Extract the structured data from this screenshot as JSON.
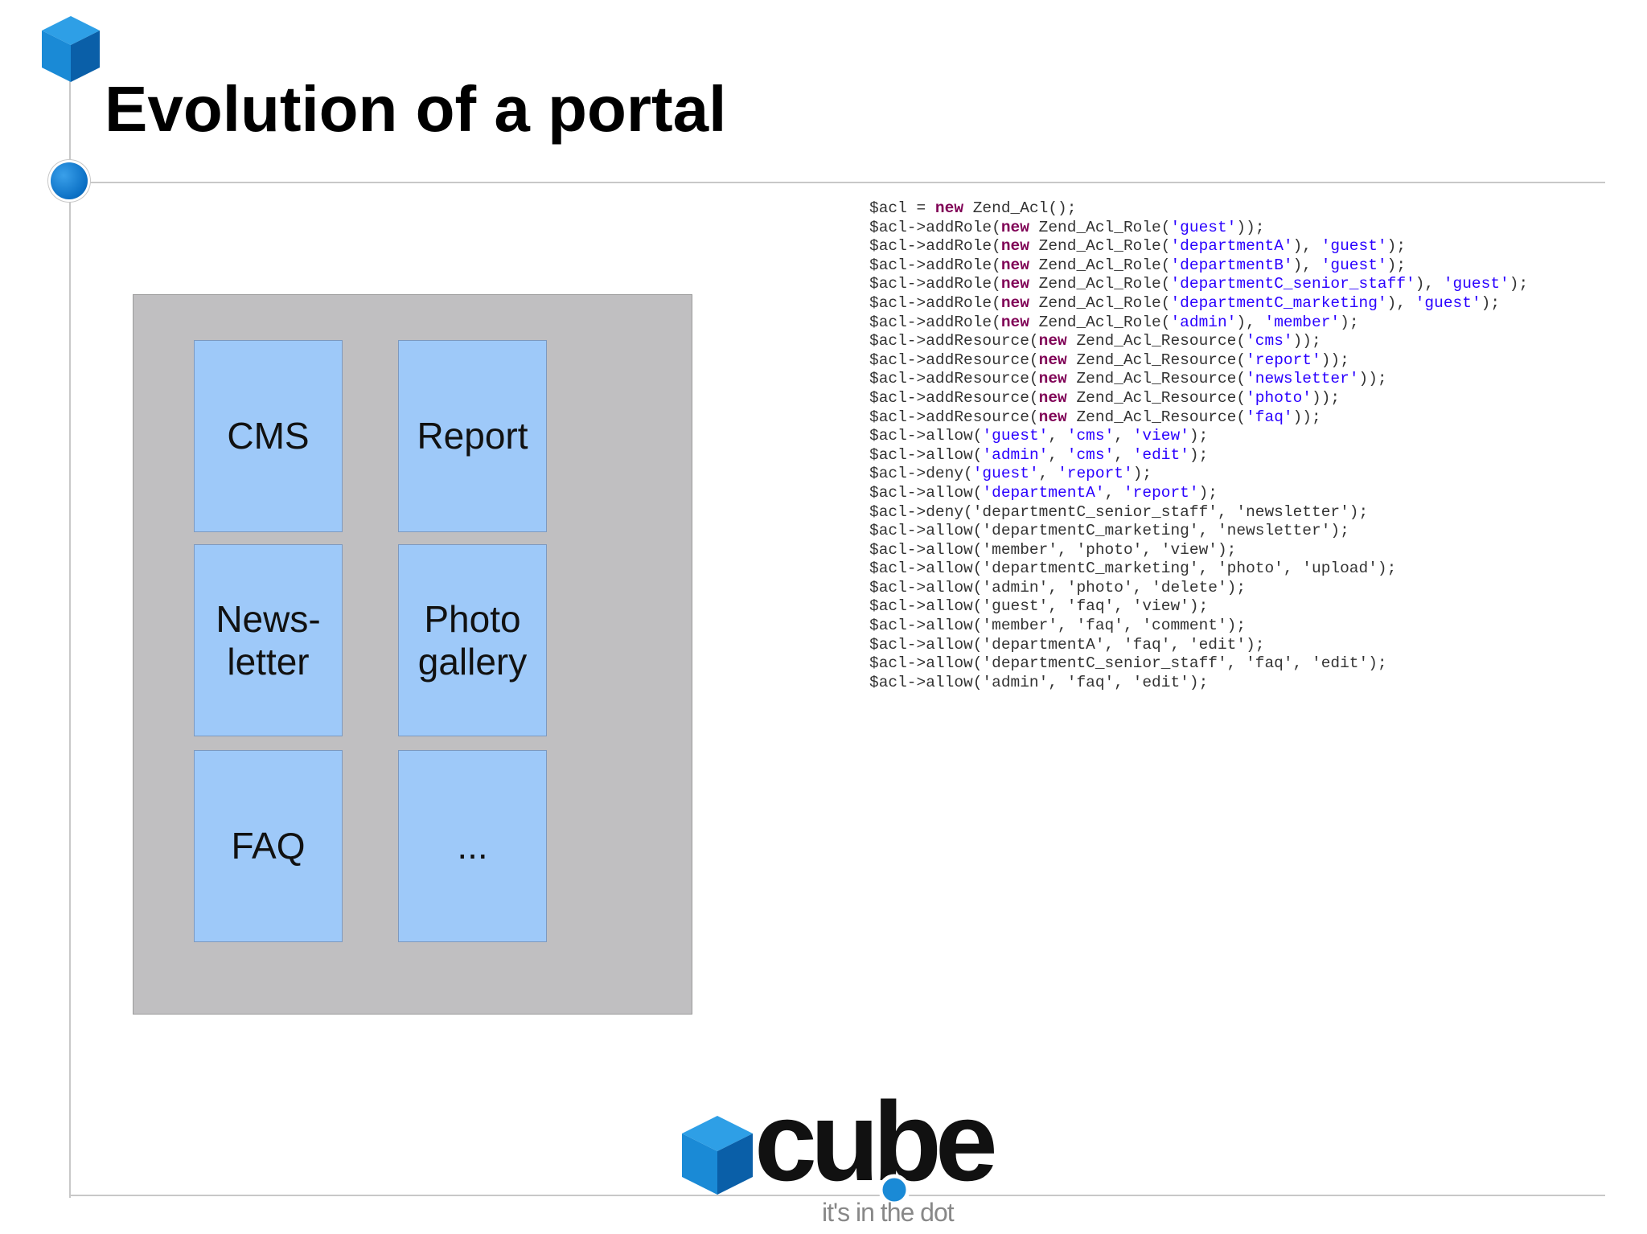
{
  "slide": {
    "title": "Evolution of a portal"
  },
  "portal": {
    "modules": [
      {
        "label": "CMS"
      },
      {
        "label": "Report"
      },
      {
        "label": "News-\nletter"
      },
      {
        "label": "Photo\ngallery"
      },
      {
        "label": "FAQ"
      },
      {
        "label": "..."
      }
    ]
  },
  "code": {
    "lines": [
      [
        [
          "p",
          "$acl = "
        ],
        [
          "k",
          "new"
        ],
        [
          "p",
          " Zend_Acl();"
        ]
      ],
      [
        [
          "p",
          "$acl->addRole("
        ],
        [
          "k",
          "new"
        ],
        [
          "p",
          " Zend_Acl_Role("
        ],
        [
          "s",
          "'guest'"
        ],
        [
          "p",
          "));"
        ]
      ],
      [
        [
          "p",
          "$acl->addRole("
        ],
        [
          "k",
          "new"
        ],
        [
          "p",
          " Zend_Acl_Role("
        ],
        [
          "s",
          "'departmentA'"
        ],
        [
          "p",
          "), "
        ],
        [
          "s",
          "'guest'"
        ],
        [
          "p",
          ");"
        ]
      ],
      [
        [
          "p",
          "$acl->addRole("
        ],
        [
          "k",
          "new"
        ],
        [
          "p",
          " Zend_Acl_Role("
        ],
        [
          "s",
          "'departmentB'"
        ],
        [
          "p",
          "), "
        ],
        [
          "s",
          "'guest'"
        ],
        [
          "p",
          ");"
        ]
      ],
      [
        [
          "p",
          "$acl->addRole("
        ],
        [
          "k",
          "new"
        ],
        [
          "p",
          " Zend_Acl_Role("
        ],
        [
          "s",
          "'departmentC_senior_staff'"
        ],
        [
          "p",
          "), "
        ],
        [
          "s",
          "'guest'"
        ],
        [
          "p",
          ");"
        ]
      ],
      [
        [
          "p",
          "$acl->addRole("
        ],
        [
          "k",
          "new"
        ],
        [
          "p",
          " Zend_Acl_Role("
        ],
        [
          "s",
          "'departmentC_marketing'"
        ],
        [
          "p",
          "), "
        ],
        [
          "s",
          "'guest'"
        ],
        [
          "p",
          ");"
        ]
      ],
      [
        [
          "p",
          "$acl->addRole("
        ],
        [
          "k",
          "new"
        ],
        [
          "p",
          " Zend_Acl_Role("
        ],
        [
          "s",
          "'admin'"
        ],
        [
          "p",
          "), "
        ],
        [
          "s",
          "'member'"
        ],
        [
          "p",
          ");"
        ]
      ],
      [
        [
          "p",
          "$acl->addResource("
        ],
        [
          "k",
          "new"
        ],
        [
          "p",
          " Zend_Acl_Resource("
        ],
        [
          "s",
          "'cms'"
        ],
        [
          "p",
          "));"
        ]
      ],
      [
        [
          "p",
          "$acl->addResource("
        ],
        [
          "k",
          "new"
        ],
        [
          "p",
          " Zend_Acl_Resource("
        ],
        [
          "s",
          "'report'"
        ],
        [
          "p",
          "));"
        ]
      ],
      [
        [
          "p",
          "$acl->addResource("
        ],
        [
          "k",
          "new"
        ],
        [
          "p",
          " Zend_Acl_Resource("
        ],
        [
          "s",
          "'newsletter'"
        ],
        [
          "p",
          "));"
        ]
      ],
      [
        [
          "p",
          "$acl->addResource("
        ],
        [
          "k",
          "new"
        ],
        [
          "p",
          " Zend_Acl_Resource("
        ],
        [
          "s",
          "'photo'"
        ],
        [
          "p",
          "));"
        ]
      ],
      [
        [
          "p",
          "$acl->addResource("
        ],
        [
          "k",
          "new"
        ],
        [
          "p",
          " Zend_Acl_Resource("
        ],
        [
          "s",
          "'faq'"
        ],
        [
          "p",
          "));"
        ]
      ],
      [
        [
          "p",
          "$acl->allow("
        ],
        [
          "s",
          "'guest'"
        ],
        [
          "p",
          ", "
        ],
        [
          "s",
          "'cms'"
        ],
        [
          "p",
          ", "
        ],
        [
          "s",
          "'view'"
        ],
        [
          "p",
          ");"
        ]
      ],
      [
        [
          "p",
          "$acl->allow("
        ],
        [
          "s",
          "'admin'"
        ],
        [
          "p",
          ", "
        ],
        [
          "s",
          "'cms'"
        ],
        [
          "p",
          ", "
        ],
        [
          "s",
          "'edit'"
        ],
        [
          "p",
          ");"
        ]
      ],
      [
        [
          "p",
          "$acl->deny("
        ],
        [
          "s",
          "'guest'"
        ],
        [
          "p",
          ", "
        ],
        [
          "s",
          "'report'"
        ],
        [
          "p",
          ");"
        ]
      ],
      [
        [
          "p",
          "$acl->allow("
        ],
        [
          "s",
          "'departmentA'"
        ],
        [
          "p",
          ", "
        ],
        [
          "s",
          "'report'"
        ],
        [
          "p",
          ");"
        ]
      ],
      [
        [
          "p",
          "$acl->deny('departmentC_senior_staff', 'newsletter');"
        ]
      ],
      [
        [
          "p",
          "$acl->allow('departmentC_marketing', 'newsletter');"
        ]
      ],
      [
        [
          "p",
          "$acl->allow('member', 'photo', 'view');"
        ]
      ],
      [
        [
          "p",
          "$acl->allow('departmentC_marketing', 'photo', 'upload');"
        ]
      ],
      [
        [
          "p",
          "$acl->allow('admin', 'photo', 'delete');"
        ]
      ],
      [
        [
          "p",
          "$acl->allow('guest', 'faq', 'view');"
        ]
      ],
      [
        [
          "p",
          "$acl->allow('member', 'faq', 'comment');"
        ]
      ],
      [
        [
          "p",
          "$acl->allow('departmentA', 'faq', 'edit');"
        ]
      ],
      [
        [
          "p",
          "$acl->allow('departmentC_senior_staff', 'faq', 'edit');"
        ]
      ],
      [
        [
          "p",
          "$acl->allow('admin', 'faq', 'edit');"
        ]
      ]
    ]
  },
  "logo": {
    "wordmark": "cube",
    "tagline": "it's in the dot"
  },
  "colors": {
    "module_fill": "#9ec9f9",
    "portal_fill": "#c0bfc1",
    "brand_blue": "#0a6fc4",
    "keyword": "#7f0055",
    "string": "#2a00ff"
  }
}
